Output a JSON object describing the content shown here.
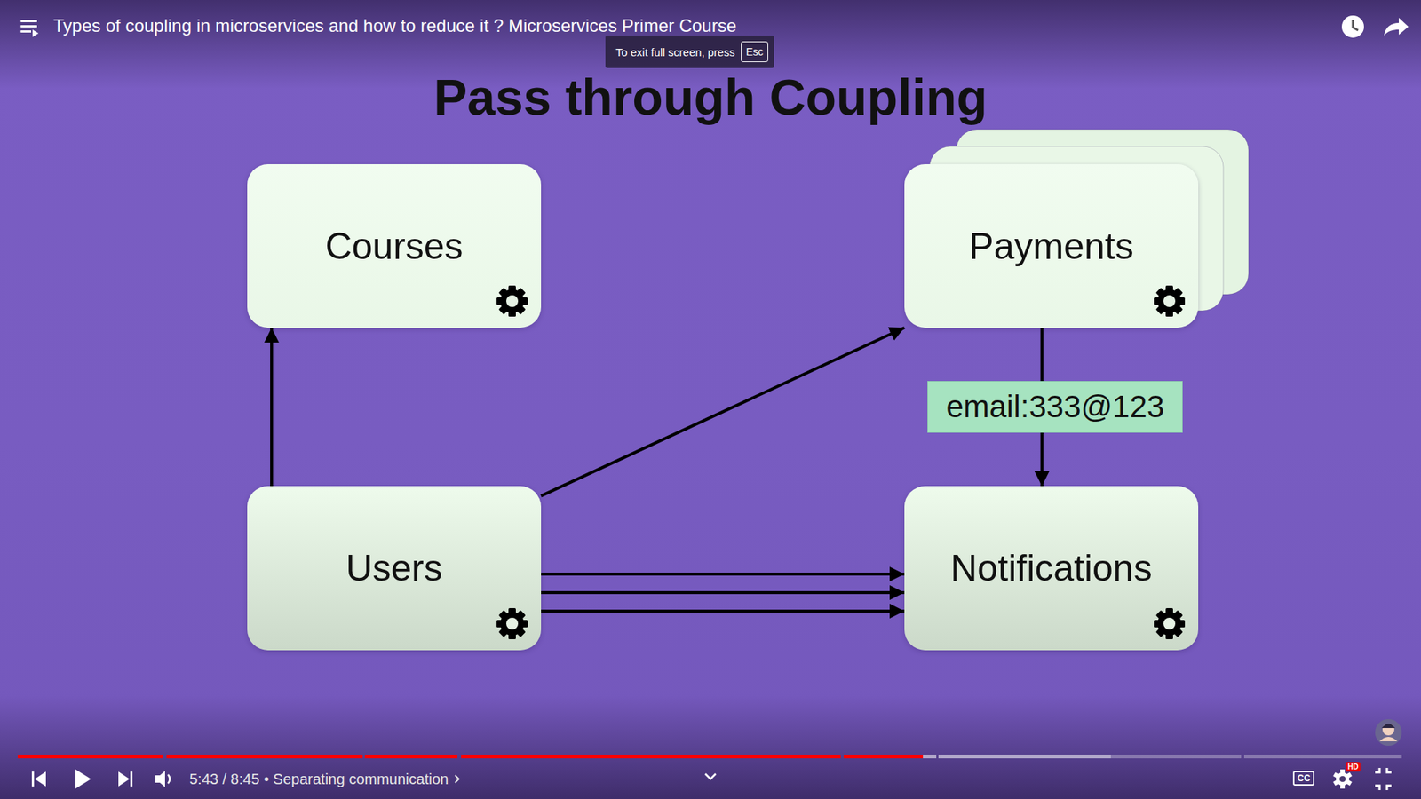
{
  "diagram": {
    "title": "Pass through Coupling",
    "nodes": [
      {
        "text": [
          "Courses"
        ]
      },
      {
        "text": [
          "Payments"
        ]
      },
      {
        "text": [
          "Users"
        ]
      },
      {
        "text": [
          "Notifications"
        ]
      }
    ],
    "edges": [
      {
        "from": 2,
        "to": 0,
        "arrow": "to"
      },
      {
        "from": 2,
        "to": 1,
        "arrow": "to"
      },
      {
        "from": 2,
        "to": 3,
        "arrow": "to"
      },
      {
        "from": 2,
        "to": 3,
        "arrow": "to"
      },
      {
        "from": 2,
        "to": 3,
        "arrow": "to"
      },
      {
        "from": 1,
        "to": 3,
        "label": "email:333@123",
        "arrow": "to"
      }
    ],
    "labels": [
      "Types of coupling in microservices and how to reduce it ? Microservices Primer Course",
      "To exit full screen, press",
      "Esc",
      "5:43 / 8:45",
      "• Separating communication",
      "CC",
      "HD"
    ]
  }
}
